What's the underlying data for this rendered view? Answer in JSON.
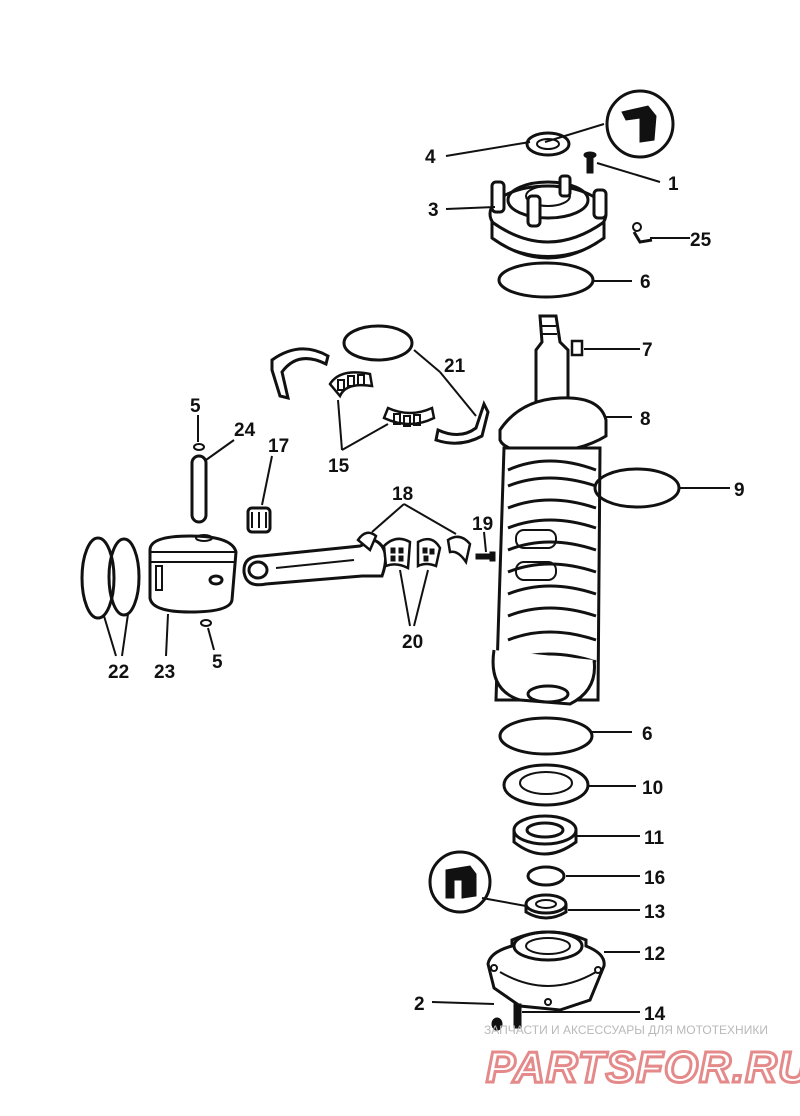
{
  "parts": [
    {
      "id": "1",
      "label": "1"
    },
    {
      "id": "2",
      "label": "2"
    },
    {
      "id": "3",
      "label": "3"
    },
    {
      "id": "4",
      "label": "4"
    },
    {
      "id": "5a",
      "label": "5"
    },
    {
      "id": "5b",
      "label": "5"
    },
    {
      "id": "6a",
      "label": "6"
    },
    {
      "id": "6b",
      "label": "6"
    },
    {
      "id": "7",
      "label": "7"
    },
    {
      "id": "8",
      "label": "8"
    },
    {
      "id": "9",
      "label": "9"
    },
    {
      "id": "10",
      "label": "10"
    },
    {
      "id": "11",
      "label": "11"
    },
    {
      "id": "12",
      "label": "12"
    },
    {
      "id": "13",
      "label": "13"
    },
    {
      "id": "14",
      "label": "14"
    },
    {
      "id": "15",
      "label": "15"
    },
    {
      "id": "16",
      "label": "16"
    },
    {
      "id": "17",
      "label": "17"
    },
    {
      "id": "18",
      "label": "18"
    },
    {
      "id": "19",
      "label": "19"
    },
    {
      "id": "20",
      "label": "20"
    },
    {
      "id": "21",
      "label": "21"
    },
    {
      "id": "22",
      "label": "22"
    },
    {
      "id": "23",
      "label": "23"
    },
    {
      "id": "24",
      "label": "24"
    },
    {
      "id": "25",
      "label": "25"
    }
  ],
  "watermark": {
    "tagline": "ЗАПЧАСТИ И АКСЕССУАРЫ ДЛЯ МОТОТЕХНИКИ",
    "brand": "PARTSFOR.RU"
  }
}
